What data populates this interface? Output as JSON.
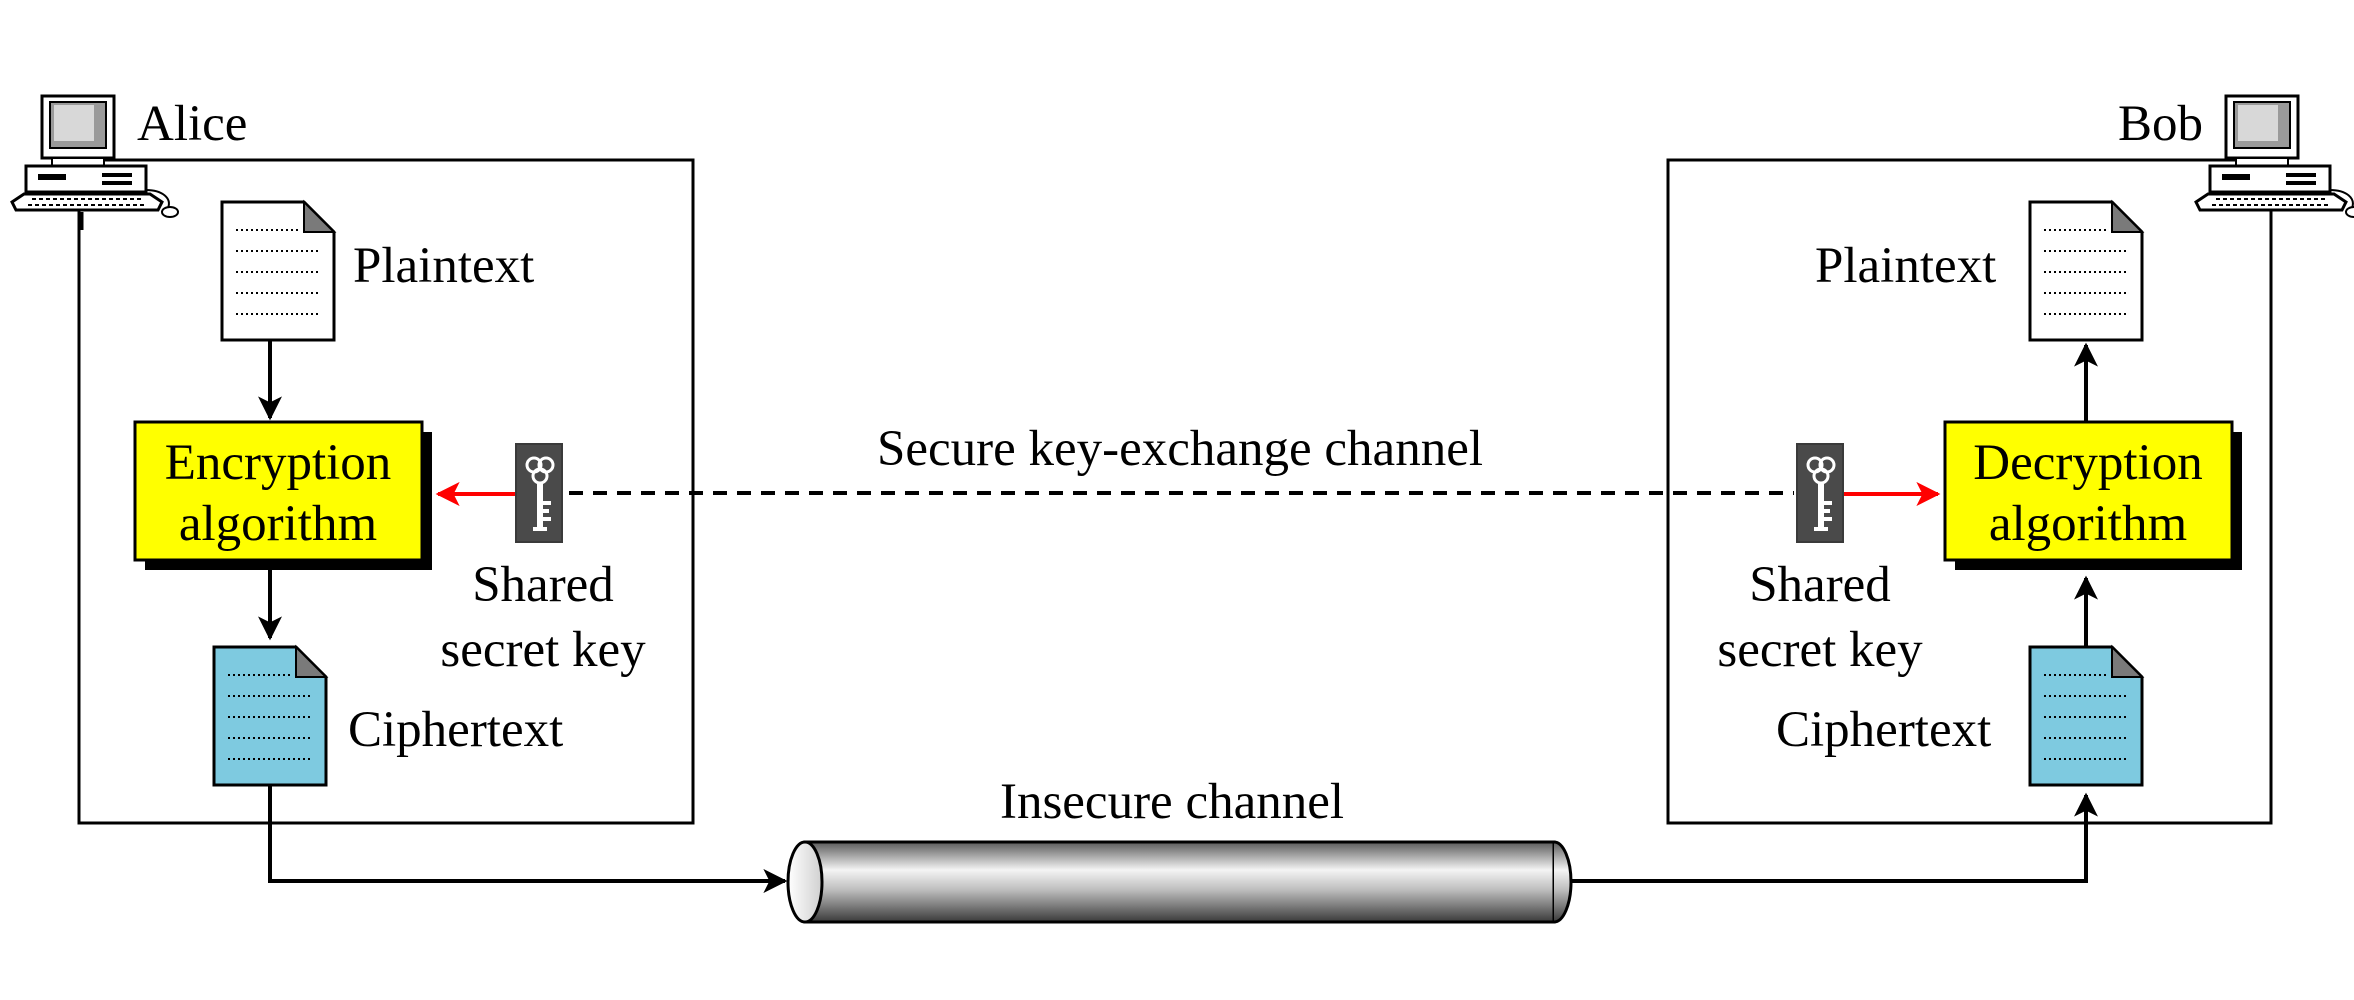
{
  "alice": {
    "name": "Alice",
    "plaintext": "Plaintext",
    "algorithm_line1": "Encryption",
    "algorithm_line2": "algorithm",
    "key_line1": "Shared",
    "key_line2": "secret key",
    "ciphertext": "Ciphertext"
  },
  "bob": {
    "name": "Bob",
    "plaintext": "Plaintext",
    "algorithm_line1": "Decryption",
    "algorithm_line2": "algorithm",
    "key_line1": "Shared",
    "key_line2": "secret key",
    "ciphertext": "Ciphertext"
  },
  "channels": {
    "secure": "Secure key-exchange channel",
    "insecure": "Insecure channel"
  },
  "icons": [
    "computer-icon",
    "document-icon",
    "key-icon",
    "pipe-icon"
  ],
  "colors": {
    "algorithm_box": "#ffff00",
    "ciphertext_doc": "#7ecae0",
    "key_arrow": "#ff0000",
    "line": "#000000"
  }
}
